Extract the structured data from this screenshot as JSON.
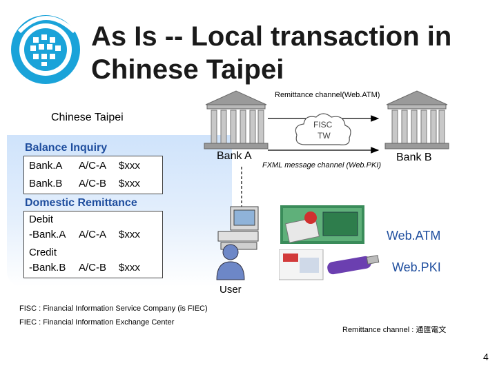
{
  "slide": {
    "title_line1": "As Is -- Local transaction in",
    "title_line2": "Chinese Taipei",
    "page_number": "4"
  },
  "channels": {
    "remittance_webatm": "Remittance channel(Web.ATM)",
    "fxml_webpki": "FXML message channel (Web.PKI)"
  },
  "region_label": "Chinese Taipei",
  "balance_inquiry": {
    "heading": "Balance Inquiry",
    "rows": [
      {
        "bank": "Bank.A",
        "account": "A/C-A",
        "amount": "$xxx"
      },
      {
        "bank": "Bank.B",
        "account": "A/C-B",
        "amount": "$xxx"
      }
    ]
  },
  "domestic_remittance": {
    "heading": "Domestic Remittance",
    "debit_label": "Debit",
    "debit_row": {
      "bank": "-Bank.A",
      "account": "A/C-A",
      "amount": "$xxx"
    },
    "credit_label": "Credit",
    "credit_row": {
      "bank": "-Bank.B",
      "account": "A/C-B",
      "amount": "$xxx"
    }
  },
  "nodes": {
    "bank_a": "Bank A",
    "bank_b": "Bank B",
    "fisc_line1": "FISC",
    "fisc_line2": "TW",
    "user": "User",
    "webatm": "Web.ATM",
    "webpki": "Web.PKI"
  },
  "footnotes": {
    "fisc": "FISC : Financial Information Service Company (is FIEC)",
    "fiec": "FIEC : Financial Information Exchange Center",
    "remittance_channel": "Remittance channel : 通匯電文"
  },
  "colors": {
    "accent_blue": "#1f4e9e",
    "panel_blue": "#cfe3fb",
    "logo_cyan": "#1aa3d9",
    "bank_gray": "#9a9a9a"
  },
  "icons": [
    "logo-icon",
    "bank-building-icon",
    "cloud-icon",
    "computer-icon",
    "user-icon",
    "atm-card-icon",
    "usb-token-icon"
  ]
}
